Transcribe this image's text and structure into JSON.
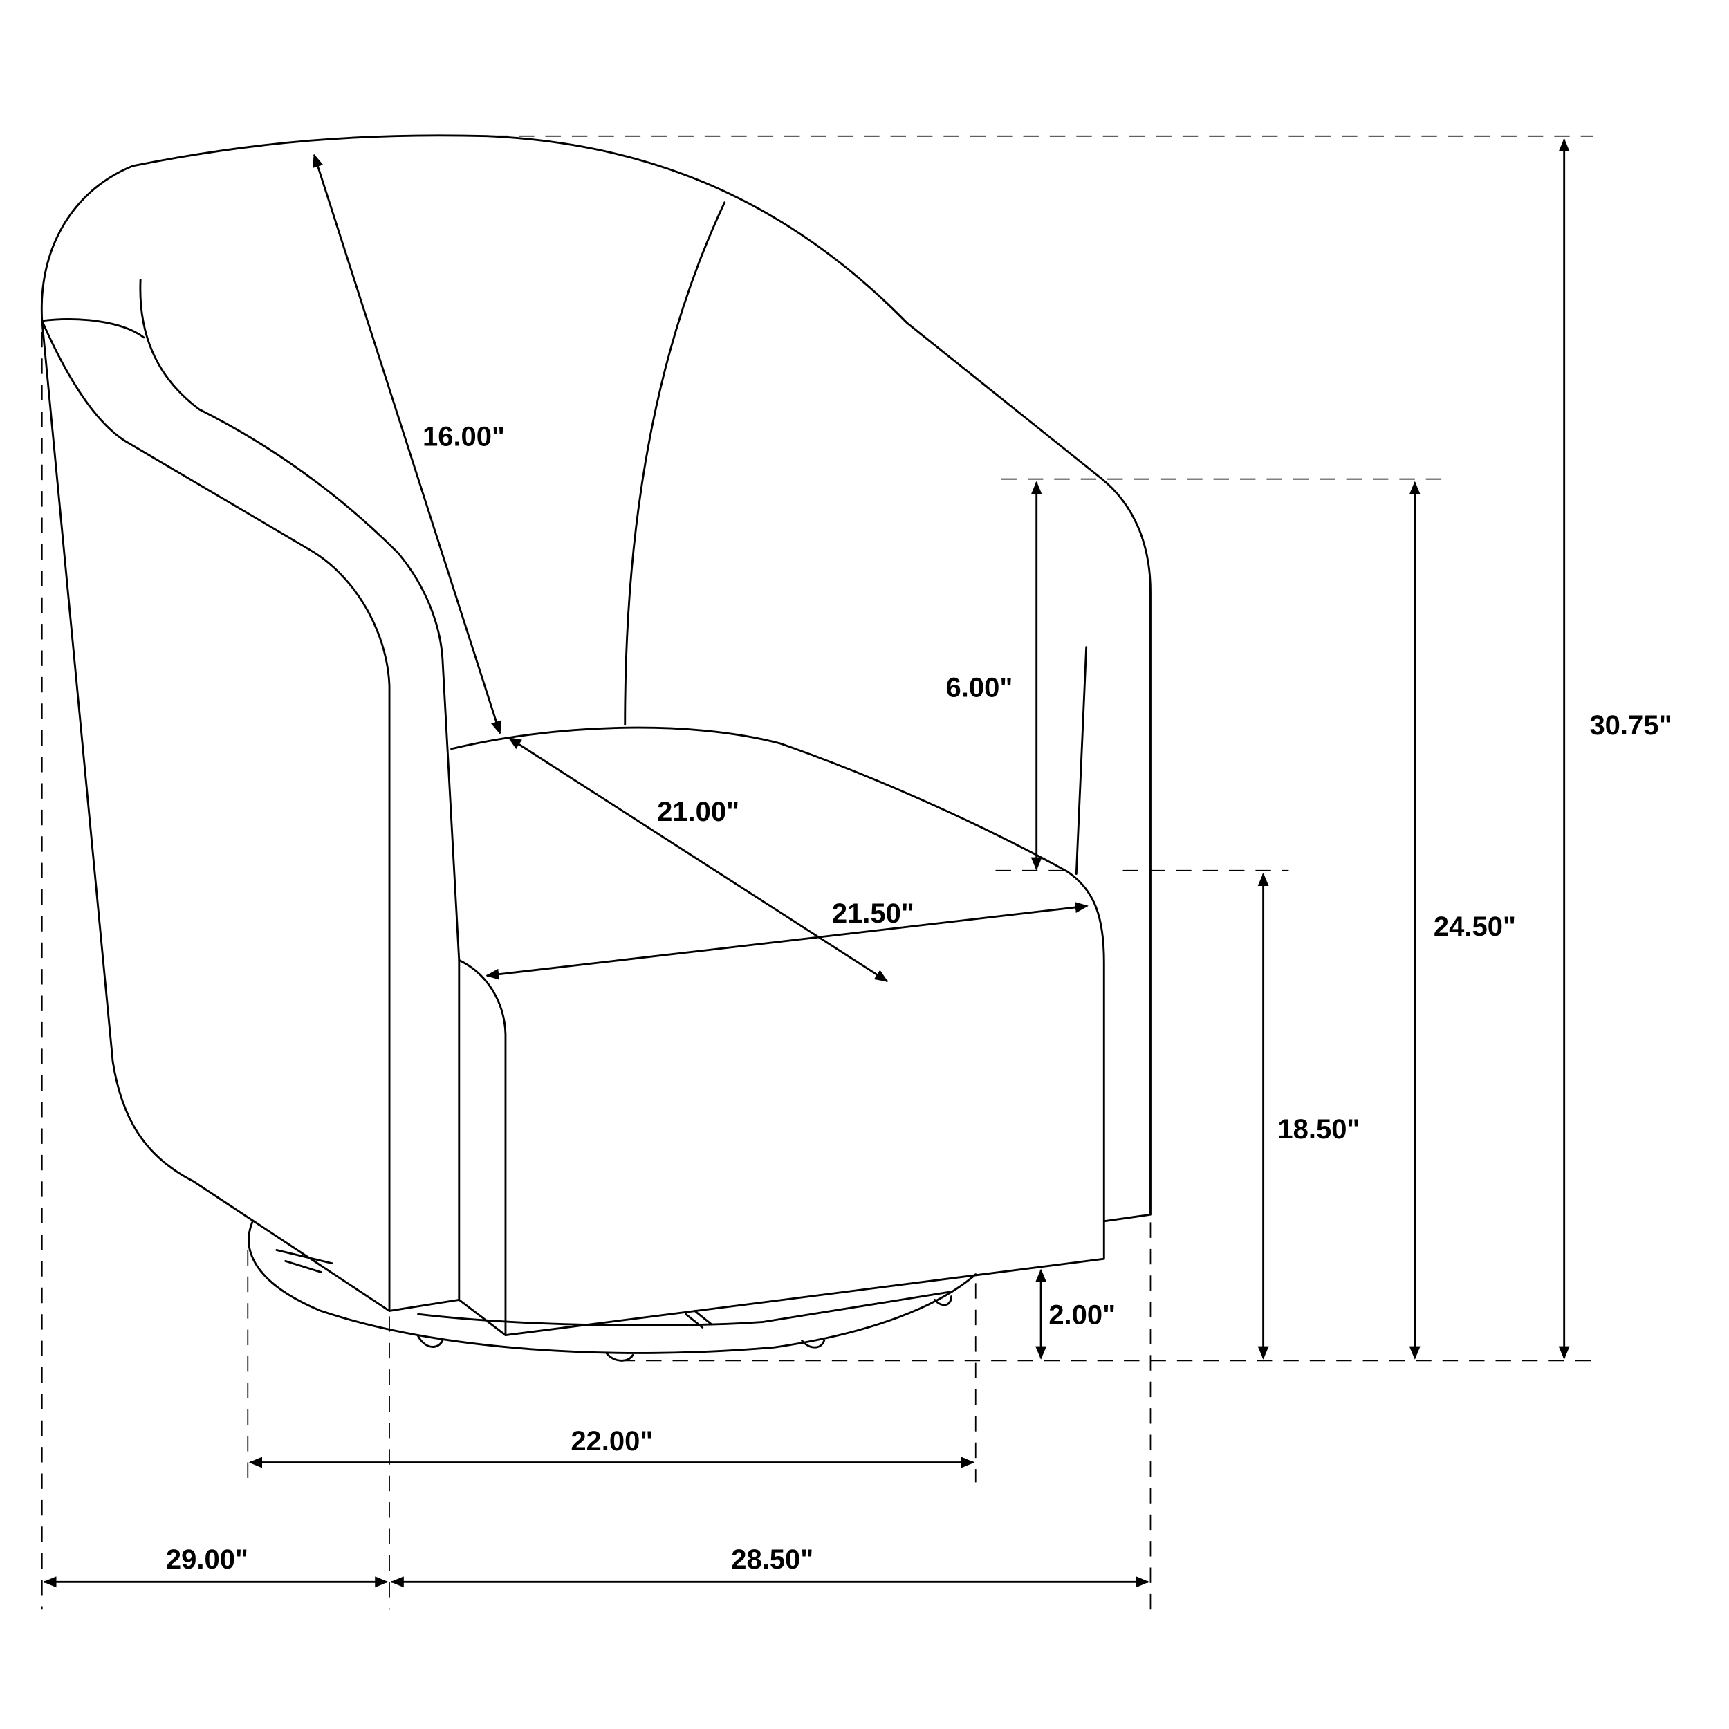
{
  "drawing": {
    "subject": "Swivel barrel accent chair – side/three-quarter view dimension drawing",
    "line_color": "#000000",
    "background": "#ffffff"
  },
  "dimensions": {
    "back_height": {
      "label": "16.00\""
    },
    "arm_above_seat": {
      "label": "6.00\""
    },
    "seat_depth": {
      "label": "21.00\""
    },
    "seat_width": {
      "label": "21.50\""
    },
    "overall_height": {
      "label": "30.75\""
    },
    "arm_height": {
      "label": "24.50\""
    },
    "seat_height": {
      "label": "18.50\""
    },
    "base_height": {
      "label": "2.00\""
    },
    "base_diameter": {
      "label": "22.00\""
    },
    "overall_depth": {
      "label": "29.00\""
    },
    "overall_width": {
      "label": "28.50\""
    }
  }
}
